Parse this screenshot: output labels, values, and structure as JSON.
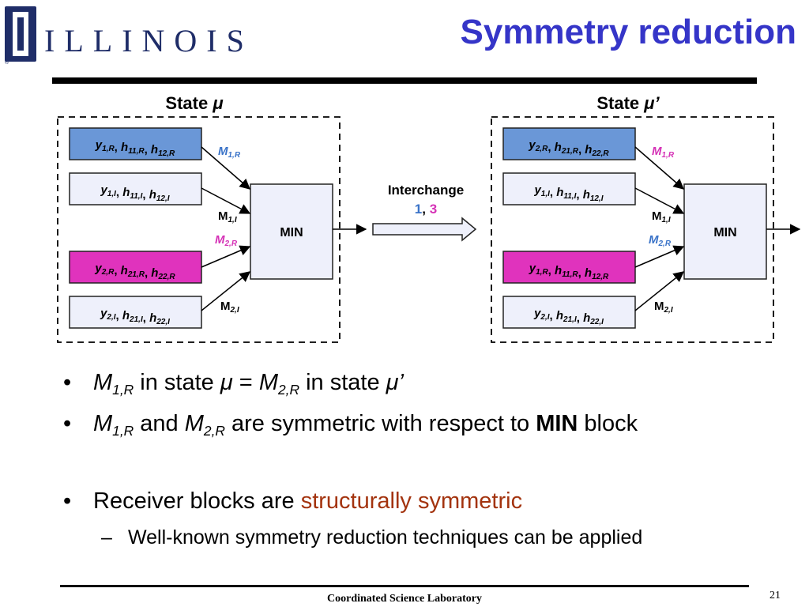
{
  "header": {
    "logo_text": "ILLINOIS",
    "logo_mark": "®",
    "title": "Symmetry reduction"
  },
  "diagram": {
    "left_state": {
      "title": "State ",
      "mu": "μ"
    },
    "right_state": {
      "title": "State ",
      "mu": "μ’"
    },
    "interchange": {
      "label": "Interchange",
      "first": "1",
      "comma": ",",
      "second": "3"
    },
    "min_label": "MIN",
    "left_blocks": [
      {
        "y": "y",
        "y_sub": "1,R",
        "h1": "h",
        "h1_sub": "11,R",
        "h2": "h",
        "h2_sub": "12,R",
        "fill": "#6a97d7"
      },
      {
        "y": "y",
        "y_sub": "1,I",
        "h1": "h",
        "h1_sub": "11,I",
        "h2": "h",
        "h2_sub": "12,I",
        "fill": "#eef0fb"
      },
      {
        "y": "y",
        "y_sub": "2,R",
        "h1": "h",
        "h1_sub": "21,R",
        "h2": "h",
        "h2_sub": "22,R",
        "fill": "#e033bd"
      },
      {
        "y": "y",
        "y_sub": "2,I",
        "h1": "h",
        "h1_sub": "21,I",
        "h2": "h",
        "h2_sub": "22,I",
        "fill": "#eef0fb"
      }
    ],
    "right_blocks": [
      {
        "y": "y",
        "y_sub": "2,R",
        "h1": "h",
        "h1_sub": "21,R",
        "h2": "h",
        "h2_sub": "22,R",
        "fill": "#6a97d7"
      },
      {
        "y": "y",
        "y_sub": "1,I",
        "h1": "h",
        "h1_sub": "11,I",
        "h2": "h",
        "h2_sub": "12,I",
        "fill": "#eef0fb"
      },
      {
        "y": "y",
        "y_sub": "1,R",
        "h1": "h",
        "h1_sub": "11,R",
        "h2": "h",
        "h2_sub": "12,R",
        "fill": "#e033bd"
      },
      {
        "y": "y",
        "y_sub": "2,I",
        "h1": "h",
        "h1_sub": "21,I",
        "h2": "h",
        "h2_sub": "22,I",
        "fill": "#eef0fb"
      }
    ],
    "left_labels": [
      {
        "main": "M",
        "sub": "1,R",
        "color": "#3a73c8"
      },
      {
        "main": "M",
        "sub": "1,I",
        "color": "#000000"
      },
      {
        "main": "M",
        "sub": "2,R",
        "color": "#d531b6"
      },
      {
        "main": "M",
        "sub": "2,I",
        "color": "#000000"
      }
    ],
    "right_labels": [
      {
        "main": "M",
        "sub": "1,R",
        "color": "#d531b6"
      },
      {
        "main": "M",
        "sub": "1,I",
        "color": "#000000"
      },
      {
        "main": "M",
        "sub": "2,R",
        "color": "#3a73c8"
      },
      {
        "main": "M",
        "sub": "2,I",
        "color": "#000000"
      }
    ],
    "colors": {
      "blue_text": "#3a73c8",
      "magenta_text": "#d531b6",
      "min_fill": "#eef0fb"
    }
  },
  "bullets": {
    "b1": {
      "m1": "M",
      "m1_sub": "1,R",
      "t1": " in state ",
      "mu": "μ",
      "eq": " = ",
      "m2": "M",
      "m2_sub": "2,R",
      "t2": " in state ",
      "mu2": "μ’"
    },
    "b2": {
      "m1": "M",
      "m1_sub": "1,R",
      "t1": " and ",
      "m2": "M",
      "m2_sub": "2,R",
      "t2": " are symmetric with respect to ",
      "bold": "MIN",
      "t3": " block"
    },
    "b3": {
      "t1": "Receiver blocks are ",
      "red": "structurally symmetric"
    },
    "b4": {
      "dash": "–",
      "text": "Well-known symmetry reduction techniques can be applied"
    },
    "dot": "•"
  },
  "footer": {
    "text": "Coordinated Science Laboratory",
    "page": "21"
  }
}
